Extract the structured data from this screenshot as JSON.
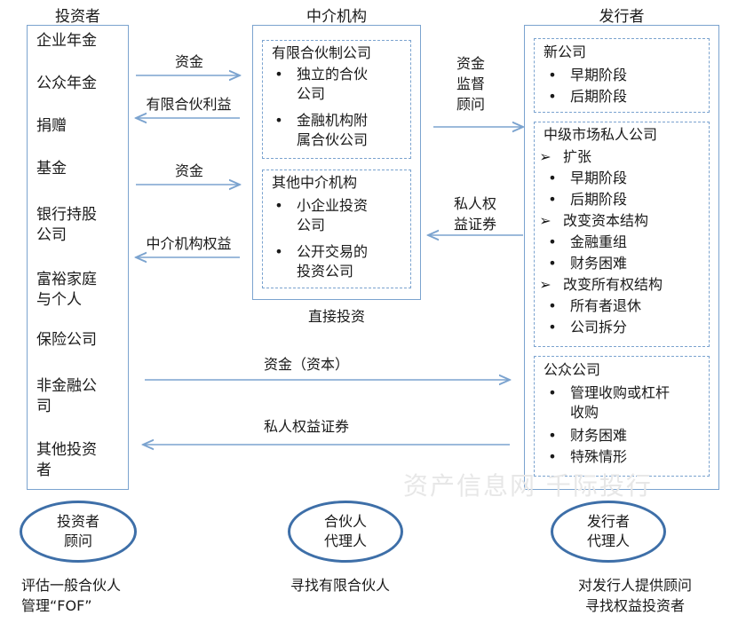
{
  "headers": {
    "investors": "投资者",
    "intermediaries": "中介机构",
    "issuers": "发行者"
  },
  "investors": [
    "企业年金",
    "公众年金",
    "捐赠",
    "基金",
    "银行持股\n公司",
    "富裕家庭\n与个人",
    "保险公司",
    "非金融公\n司",
    "其他投资\n者"
  ],
  "intermediaries": {
    "limited_partnership": {
      "title": "有限合伙制公司",
      "items": [
        "独立的合伙\n公司",
        "金融机构附\n属合伙公司"
      ]
    },
    "other": {
      "title": "其他中介机构",
      "items": [
        "小企业投资\n公司",
        "公开交易的\n投资公司"
      ]
    },
    "footer": "直接投资"
  },
  "issuers": {
    "new": {
      "title": "新公司",
      "items": [
        {
          "marker": "•",
          "text": "早期阶段"
        },
        {
          "marker": "•",
          "text": "后期阶段"
        }
      ]
    },
    "middle": {
      "title": "中级市场私人公司",
      "items": [
        {
          "marker": "➢",
          "text": "扩张"
        },
        {
          "marker": "•",
          "text": "早期阶段"
        },
        {
          "marker": "•",
          "text": "后期阶段"
        },
        {
          "marker": "➢",
          "text": "改变资本结构"
        },
        {
          "marker": "•",
          "text": "金融重组"
        },
        {
          "marker": "•",
          "text": "财务困难"
        },
        {
          "marker": "➢",
          "text": "改变所有权结构"
        },
        {
          "marker": "•",
          "text": "所有者退休"
        },
        {
          "marker": "•",
          "text": "公司拆分"
        }
      ]
    },
    "public": {
      "title": "公众公司",
      "items": [
        {
          "marker": "•",
          "text": "管理收购或杠杆\n收购"
        },
        {
          "marker": "•",
          "text": "财务困难"
        },
        {
          "marker": "•",
          "text": "特殊情形"
        }
      ]
    }
  },
  "flows": {
    "funds_1": "资金",
    "lp_interest": "有限合伙利益",
    "funds_2": "资金",
    "intermediary_interest": "中介机构权益",
    "funds_oversight_advice": "资金\n监督\n顾问",
    "pe_securities_right": "私人权\n益证券",
    "funds_capital": "资金（资本）",
    "pe_securities_bottom": "私人权益证券"
  },
  "agents": {
    "investor_advisor": "投资者\n顾问",
    "partner_agent": "合伙人\n代理人",
    "issuer_agent": "发行者\n代理人"
  },
  "descriptions": {
    "investor_advisor": "评估一般合伙人\n管理“FOF”",
    "partner_agent": "寻找有限合伙人",
    "issuer_agent": "对发行人提供顾问\n寻找权益投资者"
  },
  "watermark": "资产信息网 千际投行",
  "colors": {
    "border": "#7ba3cf",
    "arrow": "#7ba3cf",
    "ellipse": "#3e6fa8"
  }
}
